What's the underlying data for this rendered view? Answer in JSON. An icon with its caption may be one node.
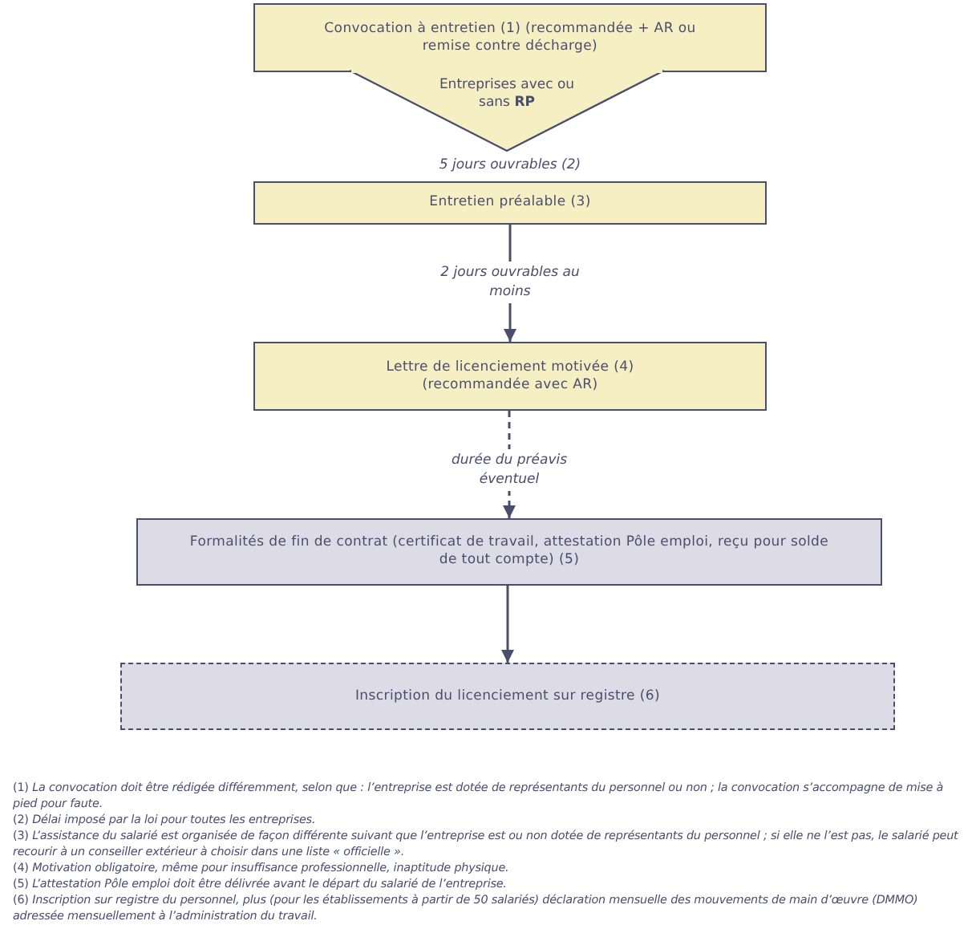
{
  "diagram": {
    "nodes": [
      {
        "text": [
          "Convocation à entretien (1) (recommandée + AR ou remise contre décharge)"
        ]
      },
      {
        "text": [
          "Entreprises avec ou sans **RP**"
        ]
      },
      {
        "text": [
          "Entretien préalable (3)"
        ]
      },
      {
        "text": [
          "Lettre de licenciement motivée (4) (recommandée avec AR)"
        ]
      },
      {
        "text": [
          "Formalités de fin de contrat (certificat de travail, attestation Pôle emploi, reçu pour solde de tout compte) (5)"
        ]
      },
      {
        "text": [
          "Inscription du licenciement sur registre (6)"
        ]
      }
    ],
    "edges": [
      {
        "from": 2,
        "to": 3,
        "arrow": "to",
        "label": "2 jours ouvrables au moins"
      },
      {
        "from": 3,
        "to": 4,
        "arrow": "to",
        "label": "durée du préavis éventuel",
        "style": "dashed"
      },
      {
        "from": 4,
        "to": 5,
        "arrow": "to"
      }
    ],
    "labels": [
      "5 jours ouvrables (2)",
      "(1) *La convocation doit être rédigée différemment, selon que : l’entreprise est dotée de représentants du personnel ou non ; la convocation s’accompagne de mise à pied pour faute.*",
      "(2) *Délai imposé par la loi pour toutes les entreprises.*",
      "(3) *L’assistance du salarié est organisée de façon différente suivant que l’entreprise est ou non dotée de représentants du personnel ; si elle ne l’est pas, le salarié peut recourir à un conseiller extérieur à choisir dans une liste « officielle ».*",
      "(4) *Motivation obligatoire, même pour insuffisance professionnelle, inaptitude physique.*",
      "(5) *L’attestation Pôle emploi doit être délivrée avant le départ du salarié de l’entreprise.*",
      "(6) *Inscription sur registre du personnel, plus (pour les établissements à partir de 50 salariés) déclaration mensuelle des mouvements de main d’œuvre (DMMO) adressée mensuellement à l’administration du travail.*"
    ]
  }
}
